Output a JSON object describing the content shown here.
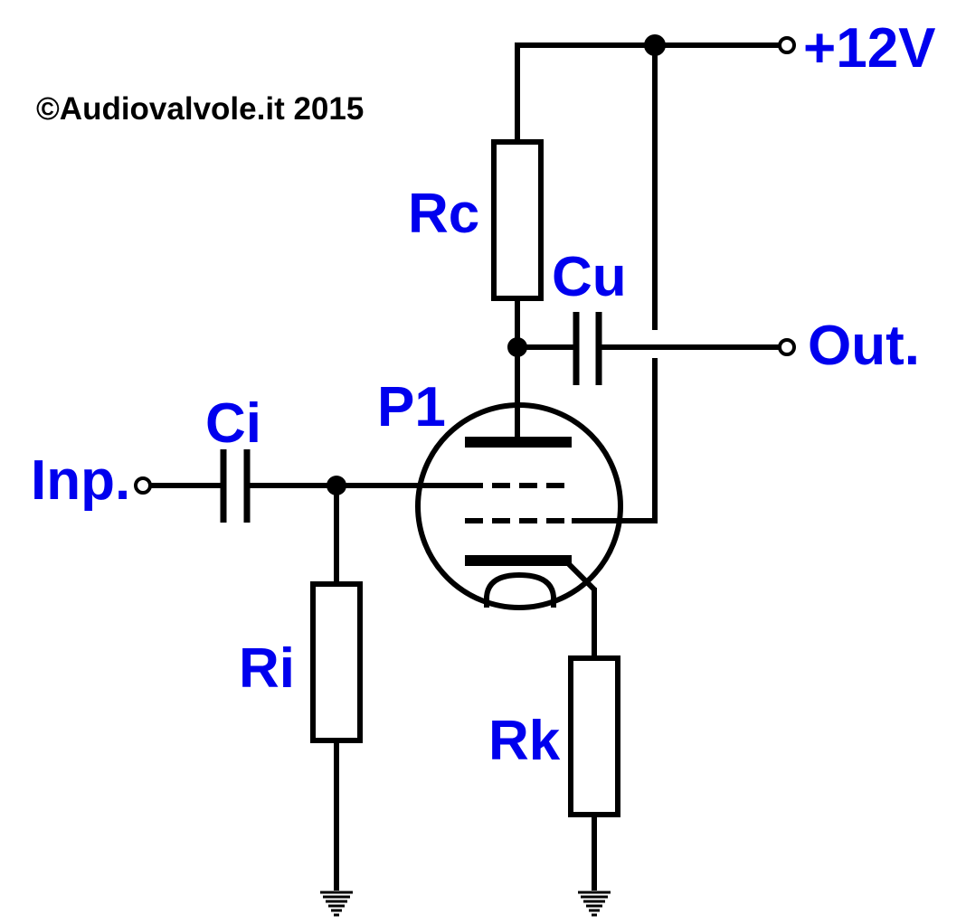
{
  "copyright": "©Audiovalvole.it 2015",
  "labels": {
    "supply": "+12V",
    "rc": "Rc",
    "cu": "Cu",
    "out": "Out.",
    "p1": "P1",
    "ci": "Ci",
    "inp": "Inp.",
    "ri": "Ri",
    "rk": "Rk"
  },
  "colors": {
    "label": "#0000ee",
    "wire": "#000000",
    "copyright": "#000000",
    "background": "#ffffff"
  }
}
